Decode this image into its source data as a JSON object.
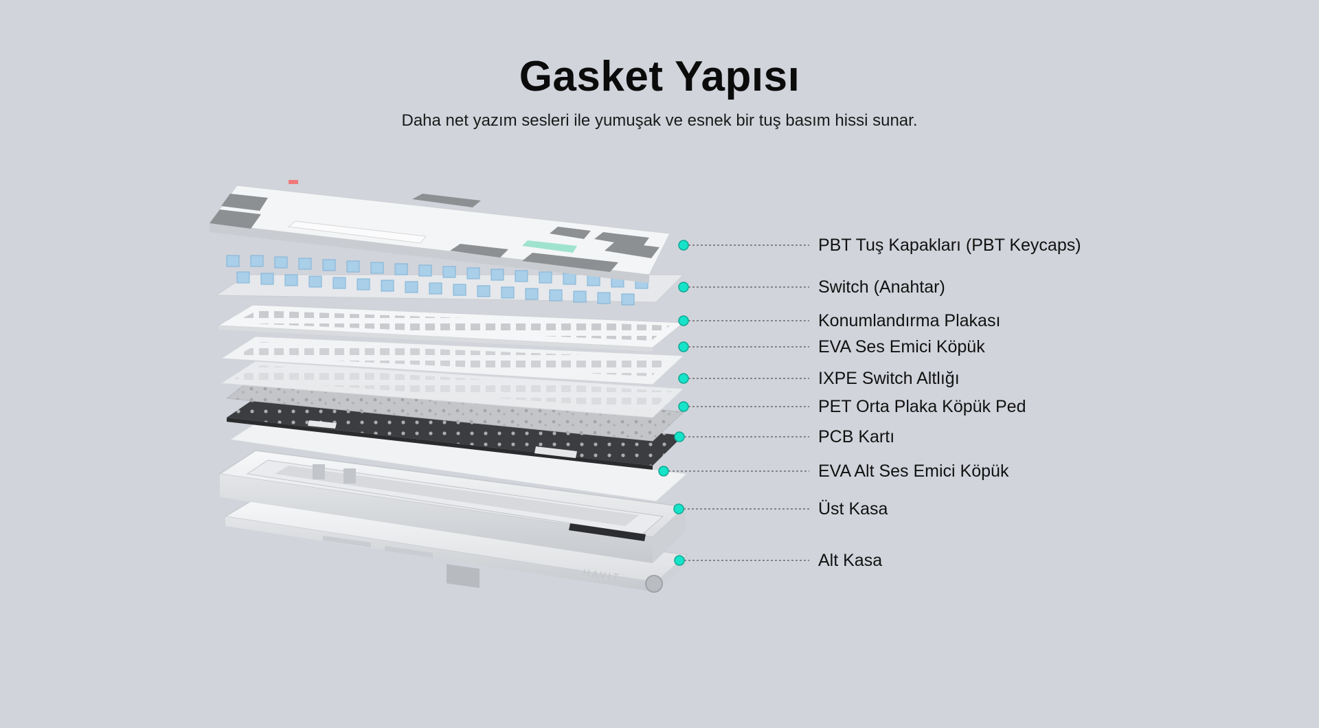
{
  "header": {
    "title": "Gasket Yapısı",
    "subtitle": "Daha net yazım sesleri ile yumuşak ve esnek bir tuş basım hissi sunar."
  },
  "product": {
    "brand_mark": "HAVIT"
  },
  "layers": [
    {
      "label": "PBT Tuş Kapakları (PBT Keycaps)"
    },
    {
      "label": "Switch (Anahtar)"
    },
    {
      "label": "Konumlandırma Plakası"
    },
    {
      "label": "EVA Ses Emici Köpük"
    },
    {
      "label": "IXPE Switch Altlığı"
    },
    {
      "label": "PET Orta Plaka Köpük Ped"
    },
    {
      "label": "PCB Kartı"
    },
    {
      "label": "EVA Alt Ses Emici Köpük"
    },
    {
      "label": "Üst Kasa"
    },
    {
      "label": "Alt Kasa"
    }
  ],
  "colors": {
    "background": "#d1d4db",
    "marker": "#17e3c9",
    "keycap_white": "#f4f5f6",
    "keycap_gray": "#8d9093",
    "switch_blue": "#a9cfe9",
    "pcb": "#3c3d40",
    "accent_key": "#9fe3cf"
  }
}
